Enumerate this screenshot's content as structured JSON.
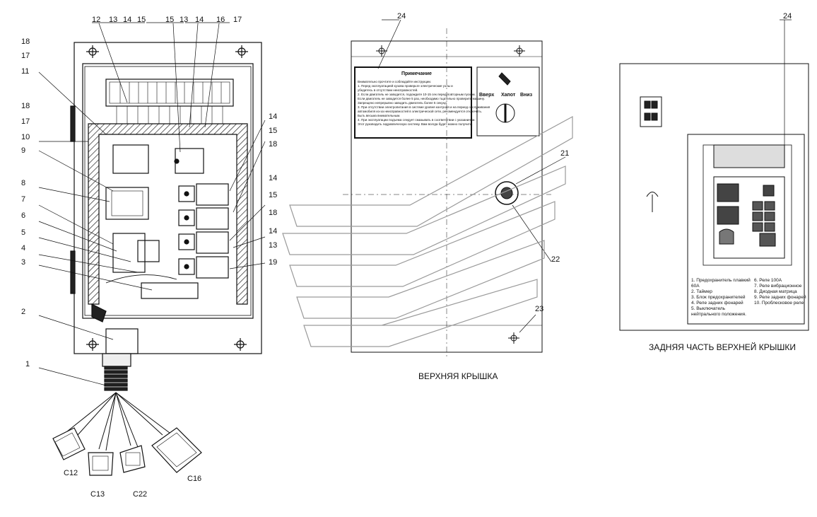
{
  "left_callouts": {
    "top": [
      "12",
      "13",
      "14",
      "15",
      "15",
      "13",
      "14",
      "16",
      "17"
    ],
    "left": [
      "18",
      "17",
      "11",
      "18",
      "17",
      "10",
      "9",
      "8",
      "7",
      "6",
      "5",
      "4",
      "3",
      "2",
      "1"
    ],
    "right": [
      "14",
      "15",
      "18",
      "14",
      "15",
      "18",
      "14",
      "13",
      "19"
    ],
    "connectors": [
      "C12",
      "C13",
      "C22",
      "C16"
    ]
  },
  "middle_panel": {
    "callouts": [
      "24",
      "21",
      "22",
      "23"
    ],
    "caption": "ВЕРХНЯЯ КРЫШКА",
    "note_title": "Примечание",
    "note_lines": [
      "Внимательно прочтите и соблюдайте инструкции.",
      "1. Перед эксплуатацией кузова проверьте электрические узлы и",
      "убедитесь в отсутствии неисправностей.",
      "2. Если двигатель не заводится, подождите 10-15 сек перед повторным пуском.",
      "Если двигатель не заводится более 5 раз, необходимо тщательно проверить машину.",
      "Запрещено непрерывно заводить двигатель более 5 секунд.",
      "3. При отсутствии электропитания в системе уровня контроля и на период обслуживания",
      "автомобиля из-за неисправностей в электрической сети, рекомендуется отключить.",
      "Быть весьма внимательным.",
      "4. При эксплуатации подъема следует смазывать в соответствии с указаниями.",
      "Этот руководить гидравлическую систему. Вам всегда будет можно получить."
    ],
    "switch_labels": [
      "Вверх",
      "Хапот",
      "Вниз"
    ]
  },
  "right_panel": {
    "callout": "24",
    "caption": "ЗАДНЯЯ ЧАСТЬ ВЕРХНЕЙ КРЫШКИ",
    "legend_left": [
      "1. Предохранитель плавкий",
      "60А",
      "2. Таймер",
      "3. Блок предохранителей",
      "4. Реле задних фонарей",
      "5. Выключатель",
      "нейтрального положения."
    ],
    "legend_right": [
      "6. Реле 100А",
      "7. Реле вибрационное",
      "8. Диодная матрица",
      "9. Реле задних фонарей",
      "10. Проблесковое реле"
    ]
  }
}
